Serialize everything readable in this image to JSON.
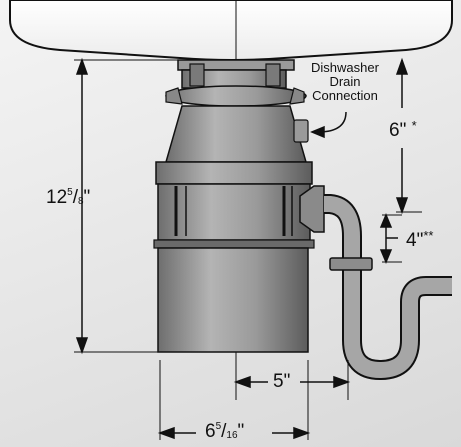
{
  "labels": {
    "dishwasher_line1": "Dishwasher",
    "dishwasher_line2": "Drain",
    "dishwasher_line3": "Connection"
  },
  "dimensions": {
    "height_whole": "12",
    "height_num": "5",
    "height_den": "8",
    "height_unit": "\"",
    "drain_height": "6\"",
    "drain_mark": "*",
    "trap_drop": "4\"",
    "trap_mark": "**",
    "outlet_offset": "5\"",
    "width_whole": "6",
    "width_num": "5",
    "width_den": "16",
    "width_unit": "\""
  },
  "colors": {
    "background_top": "#f4f4f4",
    "background_bottom": "#d9d9d9",
    "unit_body": "#8c8c8c",
    "line": "#111111"
  }
}
